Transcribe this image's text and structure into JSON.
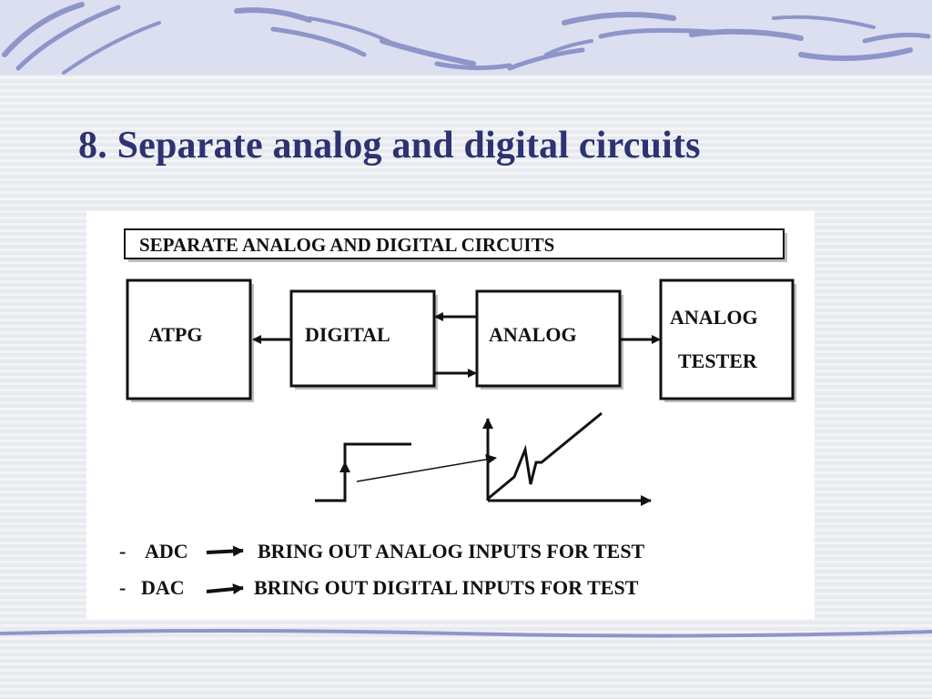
{
  "slide": {
    "title": "8. Separate analog and digital circuits"
  },
  "diagram": {
    "header": "SEPARATE ANALOG AND DIGITAL CIRCUITS",
    "blocks": {
      "atpg": "ATPG",
      "digital": "DIGITAL",
      "analog": "ANALOG",
      "tester_line1": "ANALOG",
      "tester_line2": "TESTER"
    },
    "notes": [
      {
        "dash": "-",
        "term": "ADC",
        "text": "BRING OUT ANALOG INPUTS FOR TEST"
      },
      {
        "dash": "-",
        "term": "DAC",
        "text": "BRING OUT DIGITAL INPUTS FOR TEST"
      }
    ]
  },
  "colors": {
    "title": "#2e3271",
    "banner": "#dcdff0",
    "swash": "#9aa0cf"
  }
}
